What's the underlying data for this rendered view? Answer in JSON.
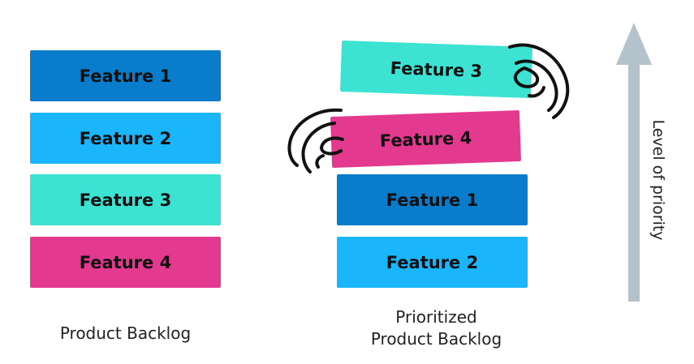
{
  "colors": {
    "dark_blue": "#0a7ccc",
    "light_blue": "#1ab5fa",
    "teal": "#3ce2d2",
    "magenta": "#e3398e",
    "arrow": "#b4c3cb"
  },
  "backlog": {
    "caption": "Product Backlog",
    "items": [
      {
        "label": "Feature 1",
        "color": "dark_blue"
      },
      {
        "label": "Feature 2",
        "color": "light_blue"
      },
      {
        "label": "Feature 3",
        "color": "teal"
      },
      {
        "label": "Feature 4",
        "color": "magenta"
      }
    ]
  },
  "prioritized": {
    "caption_line1": "Prioritized",
    "caption_line2": "Product Backlog",
    "items": [
      {
        "label": "Feature 3",
        "color": "teal"
      },
      {
        "label": "Feature 4",
        "color": "magenta"
      },
      {
        "label": "Feature 1",
        "color": "dark_blue"
      },
      {
        "label": "Feature 2",
        "color": "light_blue"
      }
    ]
  },
  "priority_axis": {
    "label": "Level of priority",
    "icon": "up-arrow-icon"
  }
}
